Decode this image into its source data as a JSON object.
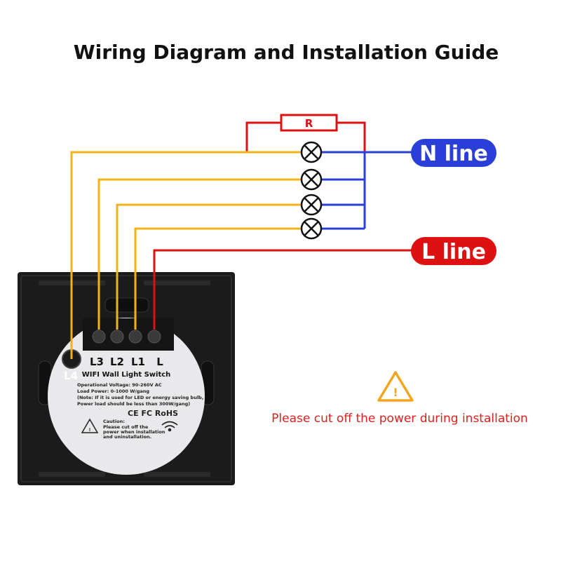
{
  "title": "Wiring Diagram and Installation Guide",
  "resistor_label": "R",
  "n_line_label": "N line",
  "l_line_label": "L line",
  "terminals": [
    "L3",
    "L2",
    "L1",
    "L"
  ],
  "l4_label": "L4",
  "switch_label": {
    "name": "WIFI Wall Light Switch",
    "voltage": "Operational Voltage: 90-260V AC",
    "load": "Load Power: 0-1000 W/gang",
    "note_1": "(Note: If it is used for LED or energy saving bulb,",
    "note_2": "Power load should be less than 300W/gang)",
    "certifications": "CE FC RoHS",
    "caution_title": "Caution:",
    "caution_1": "Please cut off the",
    "caution_2": "power when installation",
    "caution_3": "and uninstallation."
  },
  "warning_icon": "warning-triangle-icon",
  "warning_text": "Please cut off the power during installation",
  "colors": {
    "live_wire": "#dd1111",
    "neutral_wire": "#2a3fd8",
    "load_wire": "#f2b318",
    "panel": "#1b1b1b",
    "warning": "#f3a51b",
    "warning_text": "#e0201d"
  }
}
